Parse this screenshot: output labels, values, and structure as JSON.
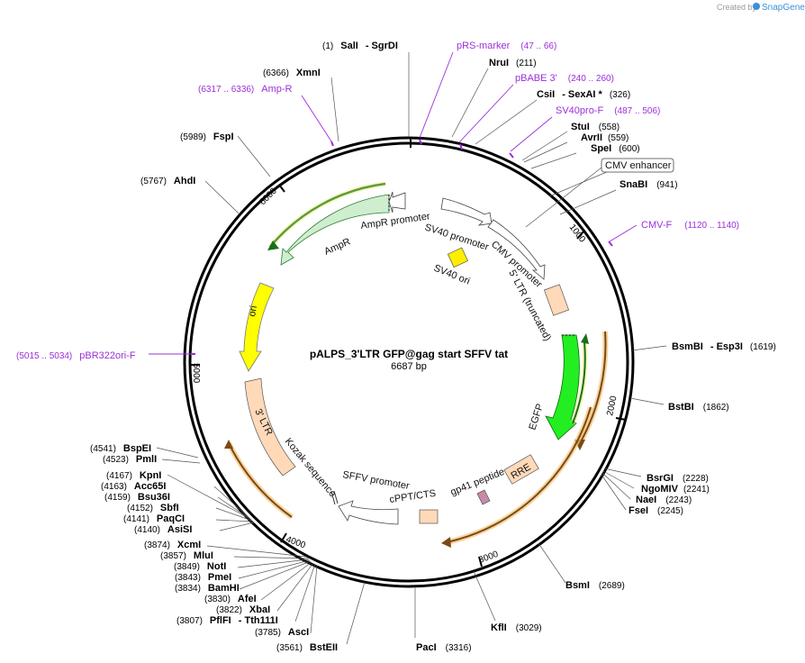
{
  "branding": {
    "created_by": "Created by",
    "brand": "SnapGene"
  },
  "plasmid": {
    "name": "pALPS_3'LTR GFP@gag start SFFV tat",
    "size": "6687 bp"
  },
  "ticks": [
    "1000",
    "2000",
    "3000",
    "4000",
    "5000",
    "6000"
  ],
  "enzymes": [
    {
      "pos": "(1)",
      "name": "SalI",
      "extra": "- SgrDI"
    },
    {
      "pos": "(211)",
      "name": "NruI"
    },
    {
      "pos": "(326)",
      "name": "CsiI",
      "extra": "- SexAI *"
    },
    {
      "pos": "(558)",
      "name": "StuI"
    },
    {
      "pos": "(559)",
      "name": "AvrII"
    },
    {
      "pos": "(600)",
      "name": "SpeI"
    },
    {
      "pos": "(941)",
      "name": "SnaBI"
    },
    {
      "pos": "(1619)",
      "name": "BsmBI",
      "extra": "- Esp3I"
    },
    {
      "pos": "(1862)",
      "name": "BstBI"
    },
    {
      "pos": "(2228)",
      "name": "BsrGI"
    },
    {
      "pos": "(2241)",
      "name": "NgoMIV"
    },
    {
      "pos": "(2243)",
      "name": "NaeI"
    },
    {
      "pos": "(2245)",
      "name": "FseI"
    },
    {
      "pos": "(2689)",
      "name": "BsmI"
    },
    {
      "pos": "(3029)",
      "name": "KflI"
    },
    {
      "pos": "(3316)",
      "name": "PacI"
    },
    {
      "pos": "(3561)",
      "name": "BstEII"
    },
    {
      "pos": "(3785)",
      "name": "AscI"
    },
    {
      "pos": "(3807)",
      "name": "PflFI",
      "extra": "- Tth111I"
    },
    {
      "pos": "(3822)",
      "name": "XbaI"
    },
    {
      "pos": "(3830)",
      "name": "AfeI"
    },
    {
      "pos": "(3834)",
      "name": "BamHI"
    },
    {
      "pos": "(3843)",
      "name": "PmeI"
    },
    {
      "pos": "(3849)",
      "name": "NotI"
    },
    {
      "pos": "(3857)",
      "name": "MluI"
    },
    {
      "pos": "(3874)",
      "name": "XcmI"
    },
    {
      "pos": "(4140)",
      "name": "AsiSI"
    },
    {
      "pos": "(4141)",
      "name": "PaqCI"
    },
    {
      "pos": "(4152)",
      "name": "SbfI"
    },
    {
      "pos": "(4159)",
      "name": "Bsu36I"
    },
    {
      "pos": "(4163)",
      "name": "Acc65I"
    },
    {
      "pos": "(4167)",
      "name": "KpnI"
    },
    {
      "pos": "(4523)",
      "name": "PmlI"
    },
    {
      "pos": "(4541)",
      "name": "BspEI"
    },
    {
      "pos": "(5767)",
      "name": "AhdI"
    },
    {
      "pos": "(5989)",
      "name": "FspI"
    },
    {
      "pos": "(6366)",
      "name": "XmnI"
    }
  ],
  "primers": [
    {
      "name": "pRS-marker",
      "range": "(47 .. 66)"
    },
    {
      "name": "pBABE 3'",
      "range": "(240 .. 260)"
    },
    {
      "name": "SV40pro-F",
      "range": "(487 .. 506)"
    },
    {
      "name": "CMV-F",
      "range": "(1120 .. 1140)"
    },
    {
      "name": "pBR322ori-F",
      "range": "(5015 .. 5034)"
    },
    {
      "name": "Amp-R",
      "range": "(6317 .. 6336)"
    }
  ],
  "features": {
    "cmv_enhancer": "CMV enhancer",
    "sv40_promoter": "SV40 promoter",
    "cmv_promoter": "CMV promoter",
    "sv40_ori": "SV40 ori",
    "ltr5": "5' LTR (truncated)",
    "egfp": "EGFP",
    "rre": "RRE",
    "gp41": "gp41 peptide",
    "cppt": "cPPT/CTS",
    "sffv": "SFFV promoter",
    "kozak": "Kozak sequence",
    "ltr3": "3' LTR",
    "ori": "ori",
    "ampr": "AmpR",
    "ampr_promoter": "AmpR promoter"
  },
  "colors": {
    "backbone": "#000000",
    "primer": "#9b30d9",
    "ampr": "#cfeecf",
    "ori": "#ffff00",
    "egfp": "#22ee22",
    "ltr": "#ffd9b8",
    "orf_glow": "#f5c27a",
    "sv40ori": "#ffee00",
    "gp41": "#c98aa8"
  }
}
